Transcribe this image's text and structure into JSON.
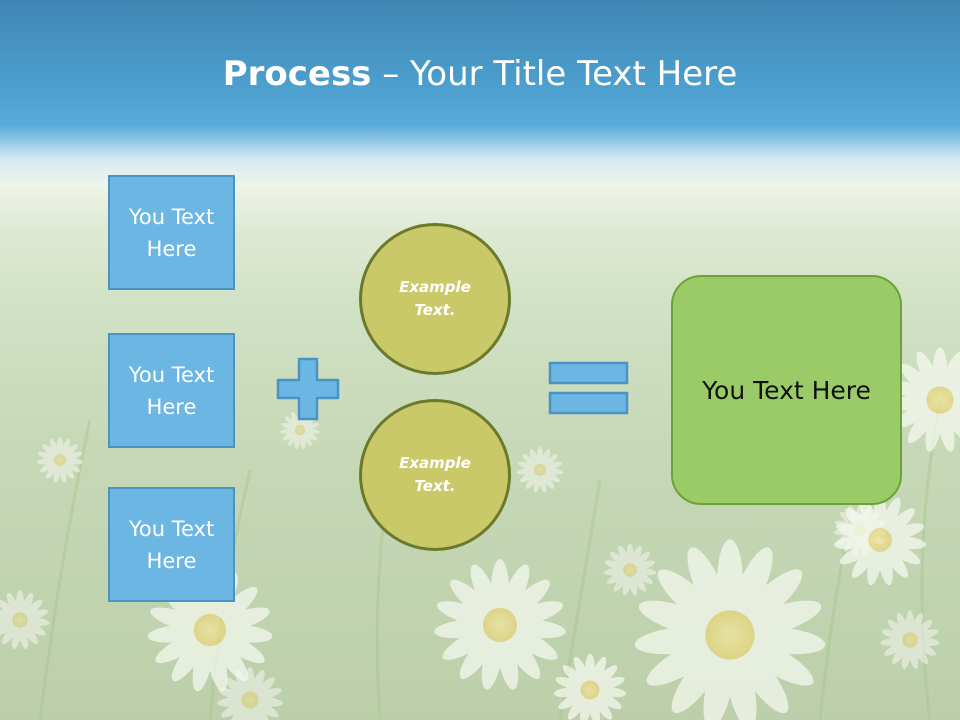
{
  "title": {
    "bold_part": "Process",
    "rest": " – Your Title Text Here"
  },
  "inputs": [
    {
      "label": "You Text Here"
    },
    {
      "label": "You Text Here"
    },
    {
      "label": "You Text Here"
    }
  ],
  "circles": [
    {
      "label": "Example Text."
    },
    {
      "label": "Example Text."
    }
  ],
  "result": {
    "label": "You Text Here"
  },
  "icons": {
    "plus": "plus-icon",
    "equals": "equals-icon"
  },
  "colors": {
    "box_blue": "#6bb6e2",
    "circle_olive": "#cac96a",
    "result_green": "#9bcb66",
    "title_text": "#ffffff"
  }
}
